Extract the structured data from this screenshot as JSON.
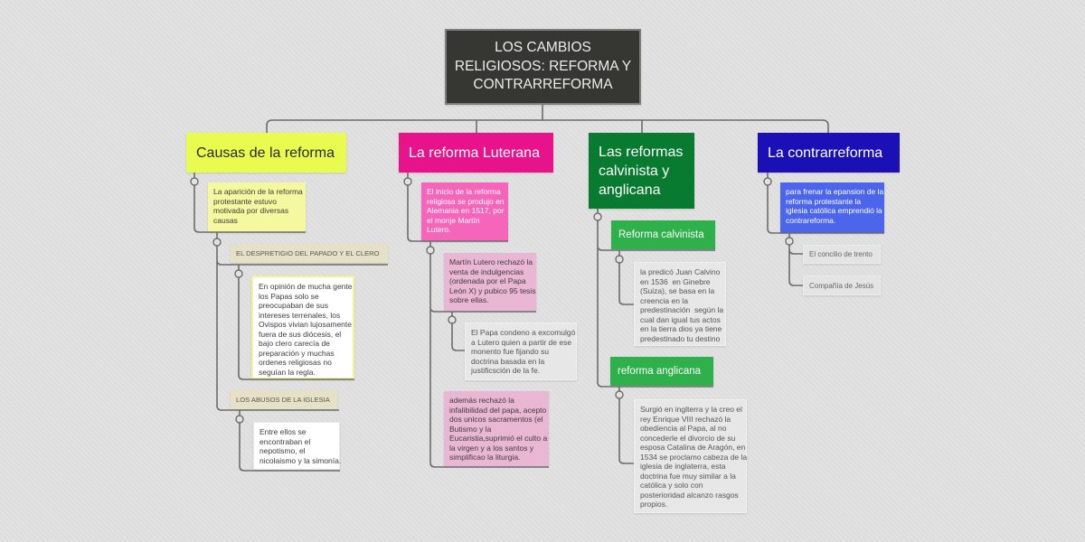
{
  "root": {
    "title": "LOS CAMBIOS\nRELIGIOSOS: REFORMA Y\nCONTRARREFORMA",
    "color": "#363733"
  },
  "branches": {
    "causas": {
      "title": "Causas de la reforma",
      "color": "#eafb4f",
      "note": "La aparición de la reforma\nprotestante estuvo\nmotivada por diversas\ncausas",
      "subtopics": [
        {
          "label": "EL DESPRETIGIO DEL PAPADO Y EL CLERO",
          "note": "En opinión de mucha gente\nlos Papas solo se\npreocupaban de sus\nintereses terrenales, los\nOvispos vivian lujosamente\nfuera de sus diócesis, el\nbajo clero carecía de\npreparación y muchas\nordenes religiosas no\nseguían la regla."
        },
        {
          "label": "LOS ABUSOS DE LA IGLESIA",
          "note": "Entre ellos se\nencontraban el\nnepotismo, el\nnicolaismo y la simonía."
        }
      ]
    },
    "luterana": {
      "title": "La reforma Luterana",
      "color": "#e8128b",
      "note": "El inicio de la reforma\nreligiosa se produjo en\nAlemania en 1517, por\nel monje Martín\nLutero.",
      "subtopics": [
        {
          "note": "Martín Lutero rechazó la\nventa de indulgencias\n(ordenada por el Papa\nLeón X) y pubico 95 tesis\nsobre ellas.",
          "child_note": "El Papa condeno a excomulgó\na Lutero quien a partir de ese\nmonento fue fijando su\ndoctrina basada en la\njustificsción de la fe."
        },
        {
          "note": "además rechazó la\ninfalibilidad del papa, acepto\ndos unicos sacramentos (el\nButismo y la\nEucaristia,suprimió el culto a\nla virgen y a los santos y\nsimplificao la liturgia."
        }
      ]
    },
    "calvinista": {
      "title": "Las reformas\ncalvinista y\nanglicana",
      "color": "#087b31",
      "subtopics": [
        {
          "label": "Reforma calvinista",
          "note": "la predicó Juan Calvino\nen 1536  en Ginebre\n(Suiza), se basa en la\ncreencia en la\npredestinación  según la\ncual dan igual tus actos\nen la tierra dios ya tiene\npredestinado tu destino"
        },
        {
          "label": "reforma anglicana",
          "note": "Surgió en inglterra y la creo el\nrey Enrique VIII rechazó la\nobediencia al Papa, al no\nconcederle el divorcio de su\nesposa Catalina de Aragón, en\n1534 se proclamo cabeza de la\niglesia de inglaterra, esta\ndoctrina fue muy similar a la\ncatólica y solo con\nposterioridad alcanzo rasgos\npropios."
        }
      ]
    },
    "contrarreforma": {
      "title": "La contrarreforma",
      "color": "#1a10b5",
      "note": "para frenar la epansion de la\nreforma protestante la\niglesia católica emprendió la\ncontrareforma.",
      "subtopics": [
        {
          "label": "El concilio de trento"
        },
        {
          "label": "Compañía de Jesús"
        }
      ]
    }
  }
}
